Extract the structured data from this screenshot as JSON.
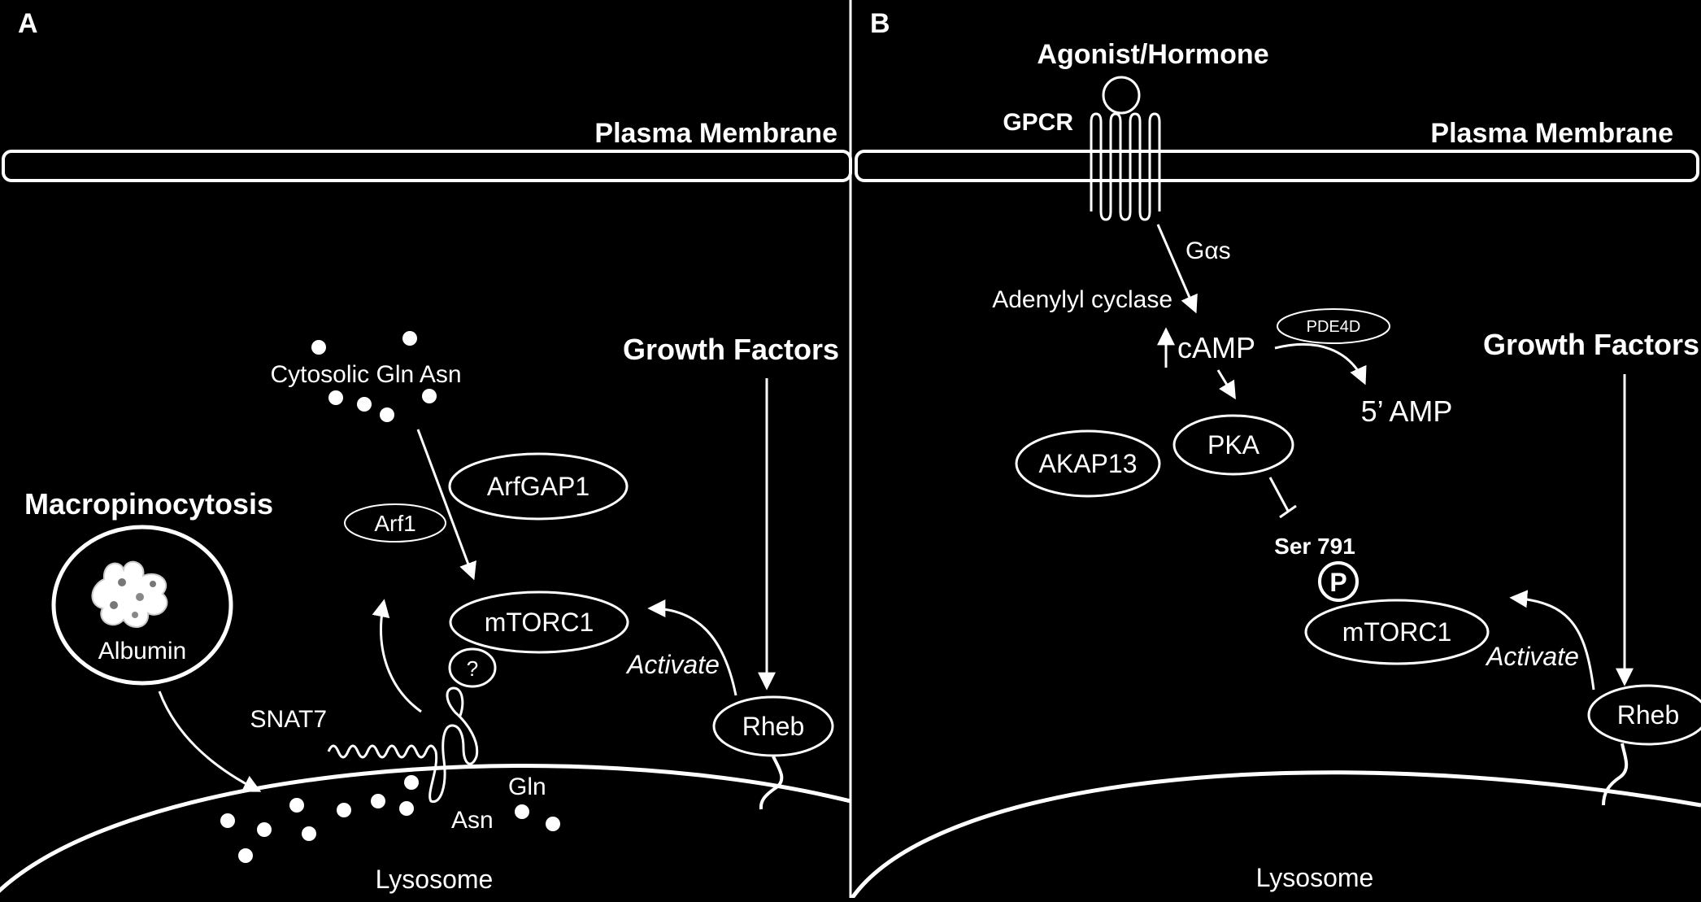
{
  "panel_a": {
    "label": "A",
    "membrane_label": "Plasma Membrane",
    "growth_factors": "Growth Factors",
    "cytosolic": "Cytosolic Gln Asn",
    "arfgap1": "ArfGAP1",
    "arf1": "Arf1",
    "macropinocytosis": "Macropinocytosis",
    "albumin": "Albumin",
    "mtorc1": "mTORC1",
    "question": "?",
    "activate": "Activate",
    "rheb": "Rheb",
    "snat7": "SNAT7",
    "gln": "Gln",
    "asn": "Asn",
    "lysosome": "Lysosome"
  },
  "panel_b": {
    "label": "B",
    "agonist": "Agonist/Hormone",
    "gpcr": "GPCR",
    "membrane_label": "Plasma Membrane",
    "galpha": "Gαs",
    "adenylyl": "Adenylyl cyclase",
    "camp": "cAMP",
    "pde4d": "PDE4D",
    "amp5": "5’ AMP",
    "growth_factors": "Growth Factors",
    "akap13": "AKAP13",
    "pka": "PKA",
    "ser791": "Ser 791",
    "p": "P",
    "mtorc1": "mTORC1",
    "activate": "Activate",
    "rheb": "Rheb",
    "lysosome": "Lysosome"
  },
  "colors": {
    "background": "#000000",
    "foreground": "#ffffff"
  }
}
